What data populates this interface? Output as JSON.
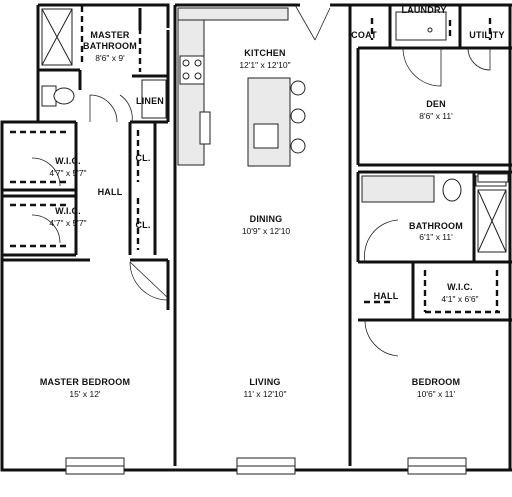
{
  "rooms": {
    "master_bathroom": {
      "name_line1": "MASTER",
      "name_line2": "BATHROOM",
      "dim": "8'6\" x 9'"
    },
    "kitchen": {
      "name": "KITCHEN",
      "dim": "12'1\" x 12'10\""
    },
    "coat": {
      "name": "COAT"
    },
    "laundry": {
      "name": "LAUNDRY"
    },
    "utility": {
      "name": "UTILITY"
    },
    "linen": {
      "name": "LINEN"
    },
    "den": {
      "name": "DEN",
      "dim": "8'6\" x 11'"
    },
    "wic_upper": {
      "name": "W.I.C.",
      "dim": "4'7\" x 5'7\""
    },
    "wic_lower": {
      "name": "W.I.C.",
      "dim": "4'7\" x 5'7\""
    },
    "hall_left": {
      "name": "HALL"
    },
    "closet_upper": {
      "name": "CL."
    },
    "closet_lower": {
      "name": "CL."
    },
    "dining": {
      "name": "DINING",
      "dim": "10'9\" x 12'10"
    },
    "bathroom": {
      "name": "BATHROOM",
      "dim": "6'1\" x 11'"
    },
    "hall_right": {
      "name": "HALL"
    },
    "wic_right": {
      "name": "W.I.C.",
      "dim": "4'1\" x 6'6\""
    },
    "master_bedroom": {
      "name": "MASTER BEDROOM",
      "dim": "15' x 12'"
    },
    "living": {
      "name": "LIVING",
      "dim": "11' x 12'10\""
    },
    "bedroom": {
      "name": "BEDROOM",
      "dim": "10'6\" x 11'"
    }
  }
}
